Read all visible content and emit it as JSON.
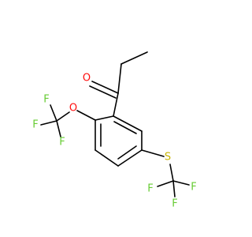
{
  "molecule": {
    "atoms": {
      "carbonyl_o": {
        "symbol": "O",
        "color": "#FF0D0D"
      },
      "ether_o": {
        "symbol": "O",
        "color": "#FF0D0D"
      },
      "sulfur": {
        "symbol": "S",
        "color": "#C8B400"
      },
      "ocf3_f1": {
        "symbol": "F",
        "color": "#66CC33"
      },
      "ocf3_f2": {
        "symbol": "F",
        "color": "#66CC33"
      },
      "ocf3_f3": {
        "symbol": "F",
        "color": "#66CC33"
      },
      "scf3_f1": {
        "symbol": "F",
        "color": "#66CC33"
      },
      "scf3_f2": {
        "symbol": "F",
        "color": "#66CC33"
      },
      "scf3_f3": {
        "symbol": "F",
        "color": "#66CC33"
      }
    },
    "bond_color": "#000000",
    "background": "#FFFFFF"
  }
}
